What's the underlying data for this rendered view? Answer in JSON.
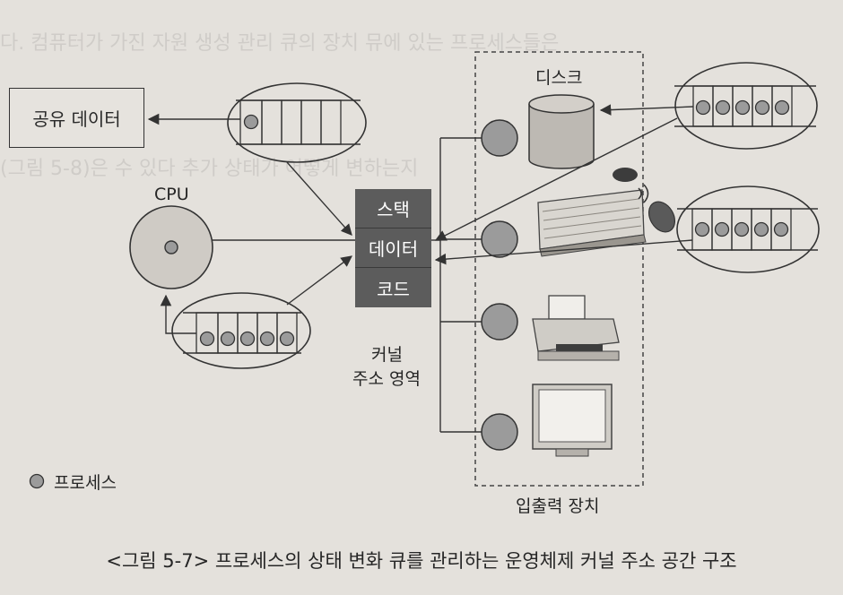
{
  "diagram": {
    "shared_data_label": "공유 데이터",
    "cpu_label": "CPU",
    "stack_cells": [
      "스택",
      "데이터",
      "코드"
    ],
    "kernel_label_line1": "커널",
    "kernel_label_line2": "주소 영역",
    "disk_label": "디스크",
    "io_label": "입출력 장치",
    "legend_label": "프로세스",
    "colors": {
      "stack_fill": "#5c5c5c",
      "process_dot": "#9b9b9b",
      "ink": "#333333",
      "page": "#e4e1dc"
    }
  },
  "caption": "<그림 5-7> 프로세스의 상태 변화 큐를 관리하는 운영체제 커널 주소 공간 구조"
}
